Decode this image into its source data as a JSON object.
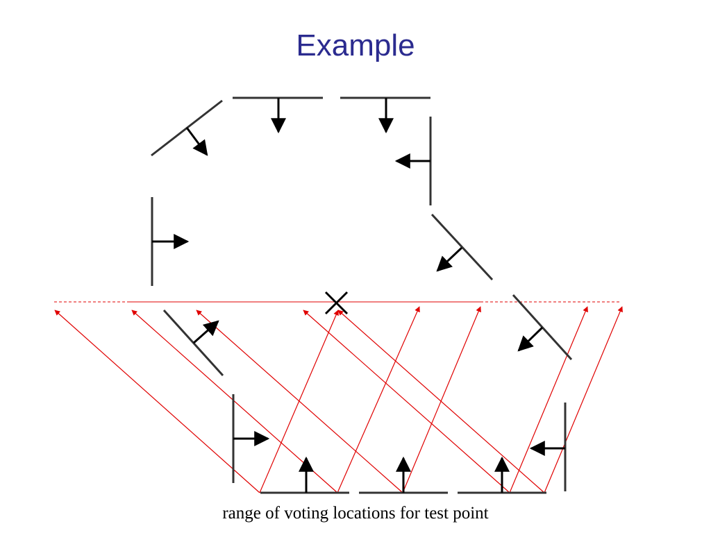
{
  "slide": {
    "title": "Example",
    "caption": "range of voting locations for test point"
  },
  "colors": {
    "title": "#2b2b8f",
    "edge": "#333333",
    "arrow": "#000000",
    "ray": "#e00000",
    "test_point_marker": "#000000"
  },
  "diagram": {
    "test_point_marker": "x-mark",
    "edge_elements": "line segments with perpendicular normal arrows",
    "vote_rays": "red arrows from boundary points toward the test-point row"
  }
}
